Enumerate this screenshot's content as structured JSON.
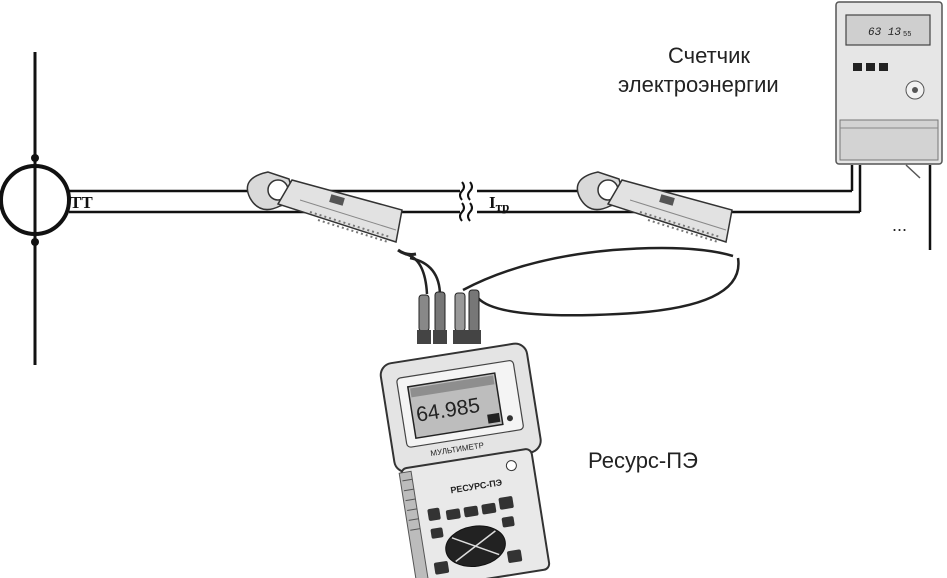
{
  "labels": {
    "tt": "TT",
    "current": "I",
    "current_sub": "тр",
    "meter_title_line1": "Счетчик",
    "meter_title_line2": "электроэнергии",
    "device_name": "Ресурс-ПЭ",
    "ellipsis": "..."
  },
  "meter": {
    "display_value": "63 13",
    "display_small": "55"
  },
  "multimeter": {
    "display_value": "64.985",
    "panel_label": "МУЛЬТИМЕТР",
    "body_label": "РЕСУРС-ПЭ"
  }
}
